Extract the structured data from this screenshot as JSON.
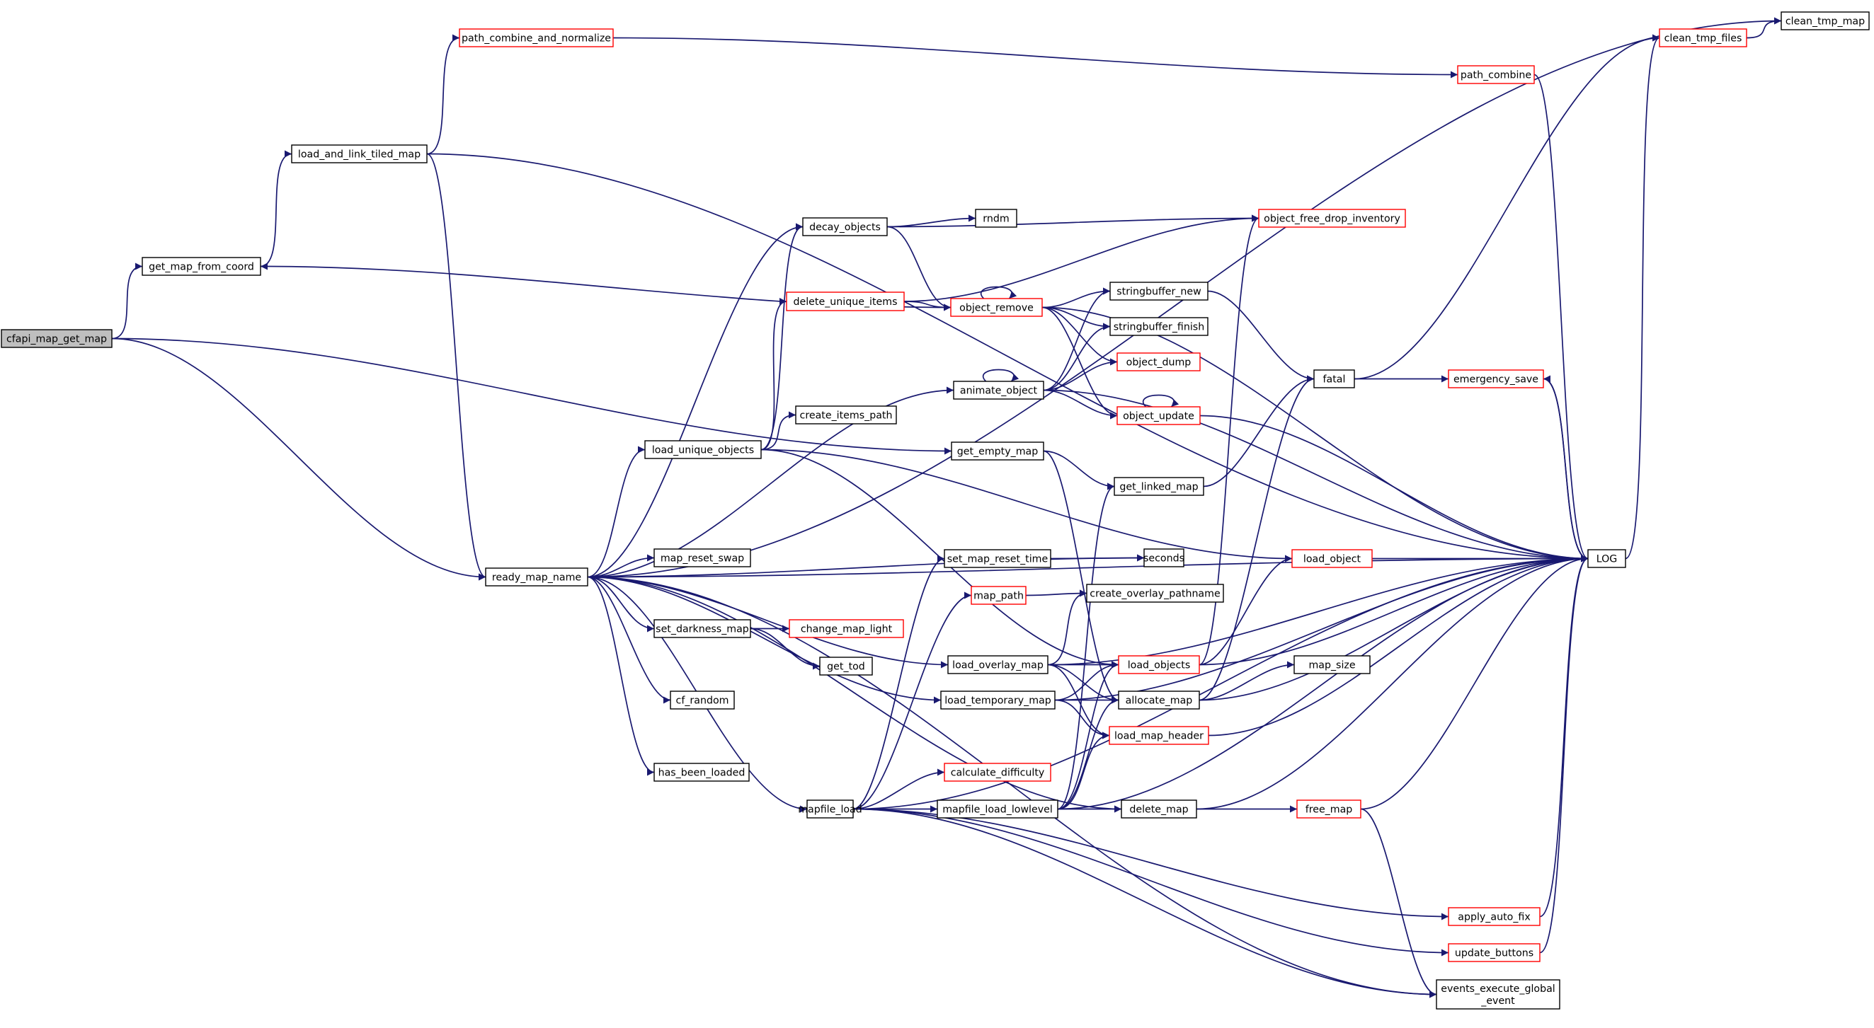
{
  "nodes": [
    {
      "id": "cfapi_map_get_map",
      "label": "cfapi_map_get_map",
      "style": "root"
    },
    {
      "id": "get_map_from_coord",
      "label": "get_map_from_coord",
      "style": "normal"
    },
    {
      "id": "load_and_link_tiled_map",
      "label": "load_and_link_tiled_map",
      "style": "normal"
    },
    {
      "id": "path_combine_and_normalize",
      "label": "path_combine_and_normalize",
      "style": "truncated"
    },
    {
      "id": "ready_map_name",
      "label": "ready_map_name",
      "style": "normal"
    },
    {
      "id": "decay_objects",
      "label": "decay_objects",
      "style": "normal"
    },
    {
      "id": "rndm",
      "label": "rndm",
      "style": "normal"
    },
    {
      "id": "delete_unique_items",
      "label": "delete_unique_items",
      "style": "truncated"
    },
    {
      "id": "object_remove",
      "label": "object_remove",
      "style": "truncated"
    },
    {
      "id": "object_free_drop_inventory",
      "label": "object_free_drop_inventory",
      "style": "truncated"
    },
    {
      "id": "stringbuffer_new",
      "label": "stringbuffer_new",
      "style": "normal"
    },
    {
      "id": "stringbuffer_finish",
      "label": "stringbuffer_finish",
      "style": "normal"
    },
    {
      "id": "object_dump",
      "label": "object_dump",
      "style": "truncated"
    },
    {
      "id": "animate_object",
      "label": "animate_object",
      "style": "normal"
    },
    {
      "id": "object_update",
      "label": "object_update",
      "style": "truncated"
    },
    {
      "id": "create_items_path",
      "label": "create_items_path",
      "style": "normal"
    },
    {
      "id": "load_unique_objects",
      "label": "load_unique_objects",
      "style": "normal"
    },
    {
      "id": "get_empty_map",
      "label": "get_empty_map",
      "style": "normal"
    },
    {
      "id": "get_linked_map",
      "label": "get_linked_map",
      "style": "normal"
    },
    {
      "id": "fatal",
      "label": "fatal",
      "style": "normal"
    },
    {
      "id": "emergency_save",
      "label": "emergency_save",
      "style": "truncated"
    },
    {
      "id": "clean_tmp_files",
      "label": "clean_tmp_files",
      "style": "truncated"
    },
    {
      "id": "clean_tmp_map",
      "label": "clean_tmp_map",
      "style": "normal"
    },
    {
      "id": "path_combine",
      "label": "path_combine",
      "style": "truncated"
    },
    {
      "id": "LOG",
      "label": "LOG",
      "style": "normal"
    },
    {
      "id": "map_reset_swap",
      "label": "map_reset_swap",
      "style": "normal"
    },
    {
      "id": "set_map_reset_time",
      "label": "set_map_reset_time",
      "style": "normal"
    },
    {
      "id": "seconds",
      "label": "seconds",
      "style": "normal"
    },
    {
      "id": "load_object",
      "label": "load_object",
      "style": "truncated"
    },
    {
      "id": "map_path",
      "label": "map_path",
      "style": "truncated"
    },
    {
      "id": "create_overlay_pathname",
      "label": "create_overlay_pathname",
      "style": "normal"
    },
    {
      "id": "set_darkness_map",
      "label": "set_darkness_map",
      "style": "normal"
    },
    {
      "id": "change_map_light",
      "label": "change_map_light",
      "style": "truncated"
    },
    {
      "id": "get_tod",
      "label": "get_tod",
      "style": "normal"
    },
    {
      "id": "load_overlay_map",
      "label": "load_overlay_map",
      "style": "normal"
    },
    {
      "id": "load_objects",
      "label": "load_objects",
      "style": "truncated"
    },
    {
      "id": "map_size",
      "label": "map_size",
      "style": "normal"
    },
    {
      "id": "cf_random",
      "label": "cf_random",
      "style": "normal"
    },
    {
      "id": "load_temporary_map",
      "label": "load_temporary_map",
      "style": "normal"
    },
    {
      "id": "allocate_map",
      "label": "allocate_map",
      "style": "normal"
    },
    {
      "id": "load_map_header",
      "label": "load_map_header",
      "style": "truncated"
    },
    {
      "id": "has_been_loaded",
      "label": "has_been_loaded",
      "style": "normal"
    },
    {
      "id": "calculate_difficulty",
      "label": "calculate_difficulty",
      "style": "truncated"
    },
    {
      "id": "mapfile_load",
      "label": "mapfile_load",
      "style": "normal"
    },
    {
      "id": "mapfile_load_lowlevel",
      "label": "mapfile_load_lowlevel",
      "style": "normal"
    },
    {
      "id": "delete_map",
      "label": "delete_map",
      "style": "normal"
    },
    {
      "id": "free_map",
      "label": "free_map",
      "style": "truncated"
    },
    {
      "id": "apply_auto_fix",
      "label": "apply_auto_fix",
      "style": "truncated"
    },
    {
      "id": "update_buttons",
      "label": "update_buttons",
      "style": "truncated"
    },
    {
      "id": "events_execute_global_event",
      "label": "events_execute_global\n_event",
      "style": "normal"
    }
  ],
  "edges": [
    [
      "cfapi_map_get_map",
      "get_map_from_coord"
    ],
    [
      "cfapi_map_get_map",
      "ready_map_name"
    ],
    [
      "cfapi_map_get_map",
      "get_empty_map"
    ],
    [
      "get_map_from_coord",
      "load_and_link_tiled_map"
    ],
    [
      "load_and_link_tiled_map",
      "path_combine_and_normalize"
    ],
    [
      "load_and_link_tiled_map",
      "ready_map_name"
    ],
    [
      "load_and_link_tiled_map",
      "LOG"
    ],
    [
      "path_combine_and_normalize",
      "path_combine"
    ],
    [
      "path_combine",
      "LOG"
    ],
    [
      "ready_map_name",
      "decay_objects"
    ],
    [
      "ready_map_name",
      "load_unique_objects"
    ],
    [
      "ready_map_name",
      "animate_object"
    ],
    [
      "ready_map_name",
      "map_reset_swap"
    ],
    [
      "ready_map_name",
      "seconds"
    ],
    [
      "ready_map_name",
      "set_darkness_map"
    ],
    [
      "ready_map_name",
      "load_overlay_map"
    ],
    [
      "ready_map_name",
      "cf_random"
    ],
    [
      "ready_map_name",
      "load_temporary_map"
    ],
    [
      "ready_map_name",
      "has_been_loaded"
    ],
    [
      "ready_map_name",
      "mapfile_load"
    ],
    [
      "ready_map_name",
      "delete_map"
    ],
    [
      "ready_map_name",
      "events_execute_global_event"
    ],
    [
      "ready_map_name",
      "clean_tmp_map"
    ],
    [
      "ready_map_name",
      "LOG"
    ],
    [
      "decay_objects",
      "rndm"
    ],
    [
      "decay_objects",
      "object_remove"
    ],
    [
      "decay_objects",
      "object_free_drop_inventory"
    ],
    [
      "delete_unique_items",
      "object_remove"
    ],
    [
      "delete_unique_items",
      "object_free_drop_inventory"
    ],
    [
      "object_remove",
      "object_remove"
    ],
    [
      "object_remove",
      "get_map_from_coord"
    ],
    [
      "object_remove",
      "stringbuffer_new"
    ],
    [
      "object_remove",
      "stringbuffer_finish"
    ],
    [
      "object_remove",
      "object_dump"
    ],
    [
      "object_remove",
      "object_update"
    ],
    [
      "object_remove",
      "LOG"
    ],
    [
      "animate_object",
      "animate_object"
    ],
    [
      "animate_object",
      "stringbuffer_new"
    ],
    [
      "animate_object",
      "stringbuffer_finish"
    ],
    [
      "animate_object",
      "object_dump"
    ],
    [
      "animate_object",
      "object_update"
    ],
    [
      "animate_object",
      "LOG"
    ],
    [
      "stringbuffer_new",
      "fatal"
    ],
    [
      "object_update",
      "object_update"
    ],
    [
      "object_update",
      "LOG"
    ],
    [
      "load_unique_objects",
      "decay_objects"
    ],
    [
      "load_unique_objects",
      "delete_unique_items"
    ],
    [
      "load_unique_objects",
      "create_items_path"
    ],
    [
      "load_unique_objects",
      "load_object"
    ],
    [
      "load_unique_objects",
      "load_objects"
    ],
    [
      "get_empty_map",
      "get_linked_map"
    ],
    [
      "get_empty_map",
      "allocate_map"
    ],
    [
      "get_linked_map",
      "fatal"
    ],
    [
      "fatal",
      "emergency_save"
    ],
    [
      "fatal",
      "clean_tmp_files"
    ],
    [
      "emergency_save",
      "LOG"
    ],
    [
      "LOG",
      "emergency_save"
    ],
    [
      "LOG",
      "clean_tmp_files"
    ],
    [
      "clean_tmp_files",
      "clean_tmp_map"
    ],
    [
      "set_map_reset_time",
      "seconds"
    ],
    [
      "load_object",
      "LOG"
    ],
    [
      "map_path",
      "create_overlay_pathname"
    ],
    [
      "set_darkness_map",
      "change_map_light"
    ],
    [
      "set_darkness_map",
      "get_tod"
    ],
    [
      "load_overlay_map",
      "create_overlay_pathname"
    ],
    [
      "load_overlay_map",
      "load_objects"
    ],
    [
      "load_overlay_map",
      "allocate_map"
    ],
    [
      "load_overlay_map",
      "load_map_header"
    ],
    [
      "load_overlay_map",
      "LOG"
    ],
    [
      "load_objects",
      "object_free_drop_inventory"
    ],
    [
      "load_objects",
      "load_object"
    ],
    [
      "load_objects",
      "LOG"
    ],
    [
      "allocate_map",
      "map_size"
    ],
    [
      "allocate_map",
      "fatal"
    ],
    [
      "allocate_map",
      "LOG"
    ],
    [
      "load_temporary_map",
      "load_objects"
    ],
    [
      "load_temporary_map",
      "allocate_map"
    ],
    [
      "load_temporary_map",
      "load_map_header"
    ],
    [
      "load_temporary_map",
      "LOG"
    ],
    [
      "load_map_header",
      "LOG"
    ],
    [
      "mapfile_load",
      "set_map_reset_time"
    ],
    [
      "mapfile_load",
      "map_path"
    ],
    [
      "mapfile_load",
      "calculate_difficulty"
    ],
    [
      "mapfile_load",
      "mapfile_load_lowlevel"
    ],
    [
      "mapfile_load",
      "apply_auto_fix"
    ],
    [
      "mapfile_load",
      "update_buttons"
    ],
    [
      "mapfile_load",
      "events_execute_global_event"
    ],
    [
      "mapfile_load",
      "LOG"
    ],
    [
      "mapfile_load_lowlevel",
      "get_linked_map"
    ],
    [
      "mapfile_load_lowlevel",
      "load_objects"
    ],
    [
      "mapfile_load_lowlevel",
      "allocate_map"
    ],
    [
      "mapfile_load_lowlevel",
      "load_map_header"
    ],
    [
      "mapfile_load_lowlevel",
      "delete_map"
    ],
    [
      "mapfile_load_lowlevel",
      "LOG"
    ],
    [
      "delete_map",
      "free_map"
    ],
    [
      "delete_map",
      "LOG"
    ],
    [
      "free_map",
      "events_execute_global_event"
    ],
    [
      "free_map",
      "LOG"
    ],
    [
      "apply_auto_fix",
      "LOG"
    ],
    [
      "update_buttons",
      "LOG"
    ]
  ],
  "colors": {
    "edge": "#191970",
    "node_border": "#000000",
    "truncated_border": "#ff0000",
    "root_fill": "#bfbfbf",
    "node_fill": "#ffffff",
    "text": "#000000"
  }
}
